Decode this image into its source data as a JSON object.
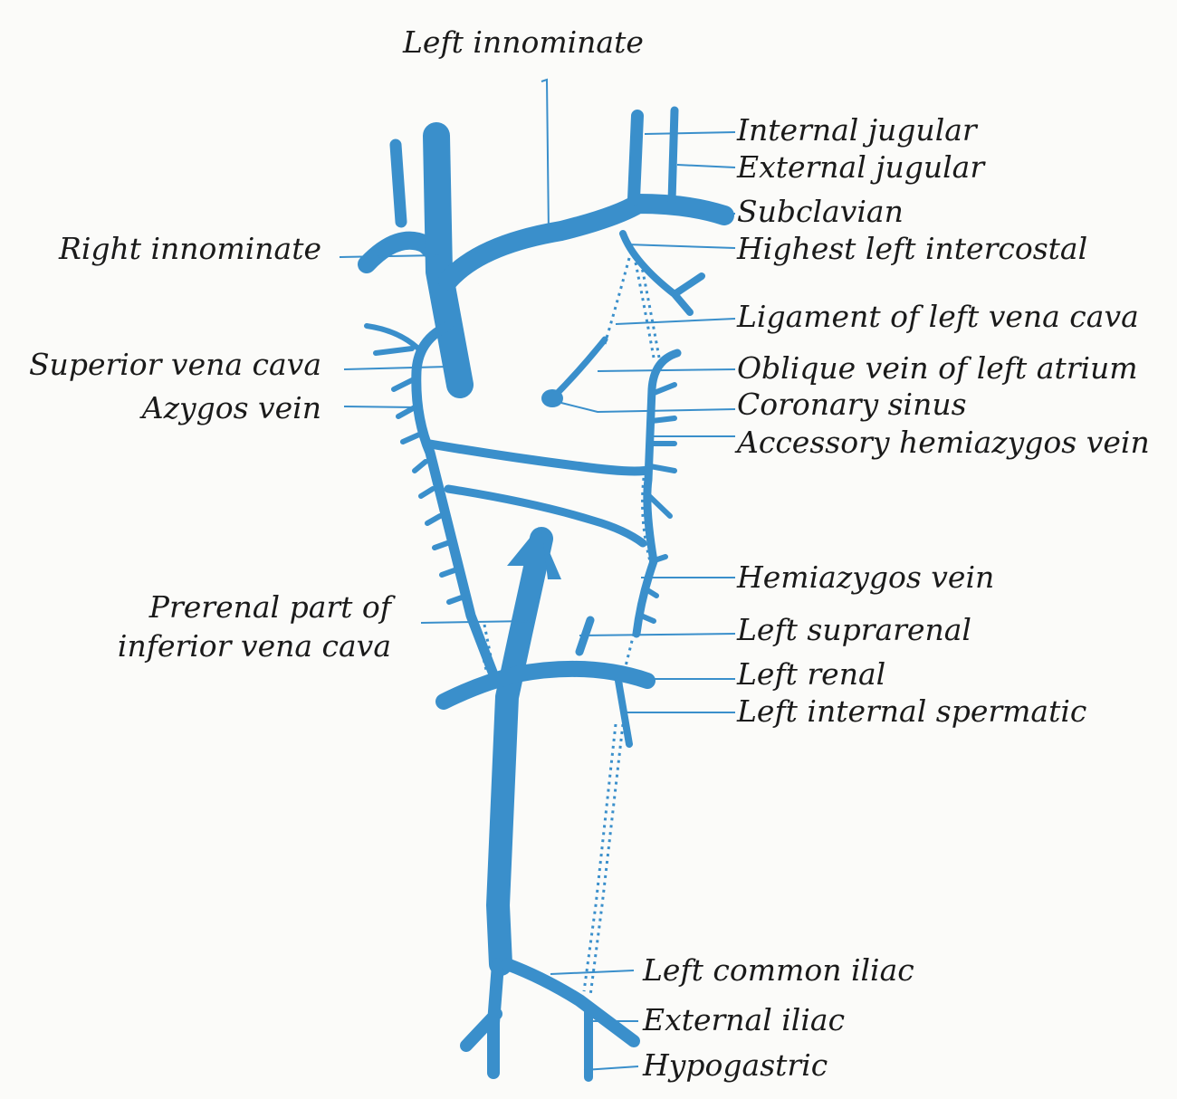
{
  "figure": {
    "vein_color": "#3a8fcb",
    "labels": {
      "left_innominate": "Left innominate",
      "internal_jugular": "Internal jugular",
      "external_jugular": "External jugular",
      "subclavian": "Subclavian",
      "highest_left_intercostal": "Highest left intercostal",
      "right_innominate": "Right innominate",
      "ligament_left_vena_cava": "Ligament of left vena cava",
      "superior_vena_cava": "Superior vena cava",
      "oblique_vein_left_atrium": "Oblique vein of left atrium",
      "azygos_vein": "Azygos vein",
      "coronary_sinus": "Coronary sinus",
      "accessory_hemiazygos_vein": "Accessory hemiazygos vein",
      "hemiazygos_vein": "Hemiazygos vein",
      "prerenal_line1": "Prerenal part of",
      "prerenal_line2": "inferior vena cava",
      "left_suprarenal": "Left suprarenal",
      "left_renal": "Left renal",
      "left_internal_spermatic": "Left internal spermatic",
      "left_common_iliac": "Left common iliac",
      "external_iliac": "External iliac",
      "hypogastric": "Hypogastric"
    }
  }
}
